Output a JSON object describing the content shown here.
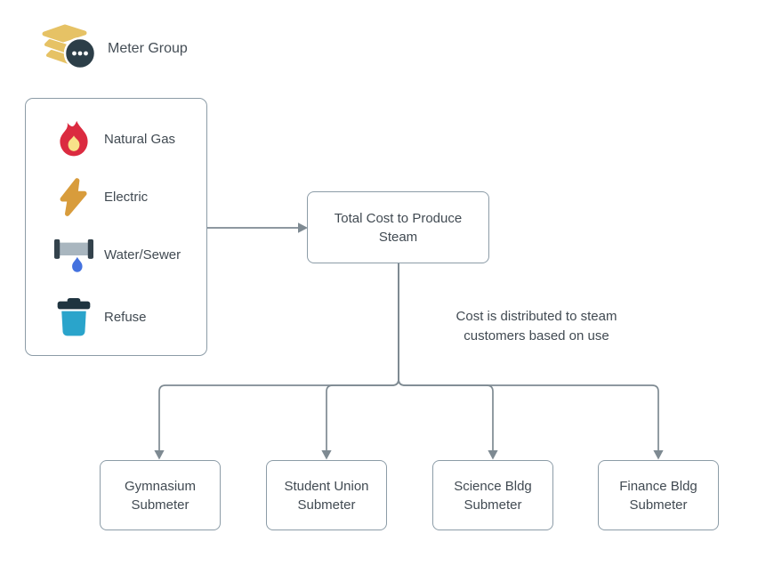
{
  "header": {
    "title": "Meter Group",
    "icon": "meter-group-layers-icon"
  },
  "palette": {
    "items": [
      {
        "label": "Natural Gas",
        "icon": "flame-icon"
      },
      {
        "label": "Electric",
        "icon": "lightning-bolt-icon"
      },
      {
        "label": "Water/Sewer",
        "icon": "water-pipe-icon"
      },
      {
        "label": "Refuse",
        "icon": "trash-can-icon"
      }
    ]
  },
  "diagram": {
    "root": {
      "label": "Total Cost to Produce Steam"
    },
    "annotation": "Cost is distributed to steam customers based on use",
    "children": [
      {
        "label": "Gymnasium Submeter"
      },
      {
        "label": "Student Union Submeter"
      },
      {
        "label": "Science Bldg Submeter"
      },
      {
        "label": "Finance Bldg Submeter"
      }
    ],
    "connector_color": "#7E8A92"
  },
  "colors": {
    "text": "#414A52",
    "node_border": "#8C9CA7",
    "flame_red": "#DB2B40",
    "flame_inner_yellow": "#F8E289",
    "bolt_amber": "#D89C3C",
    "pipe_body_gray": "#A9B6BF",
    "pipe_cap_dark": "#33424C",
    "water_drop_blue": "#4472DF",
    "trash_teal": "#2AA4CB",
    "trash_lid_dark": "#1F3440",
    "layers_gold": "#E6C265",
    "badge_dark": "#2C3E48",
    "badge_dots": "#FFFFFF"
  }
}
